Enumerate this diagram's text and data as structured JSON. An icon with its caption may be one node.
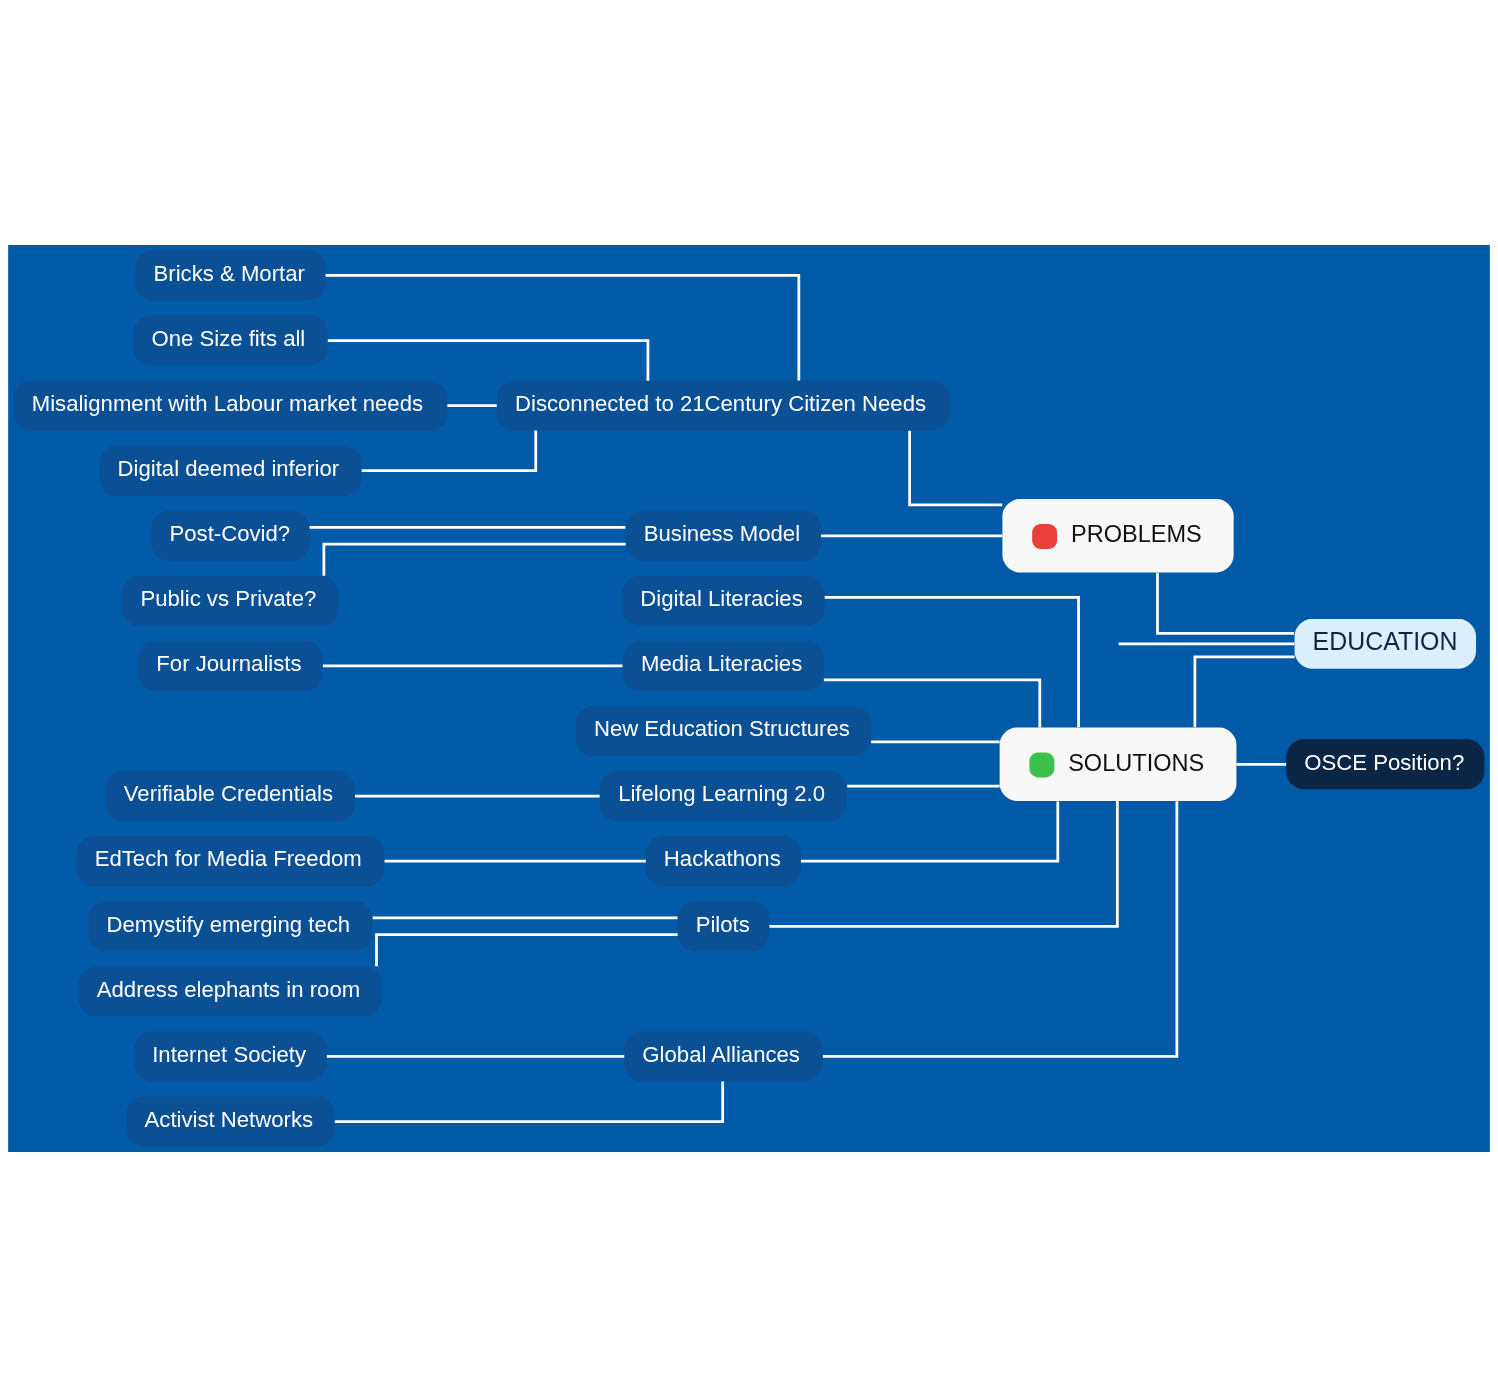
{
  "diagram": {
    "nodes": [
      {
        "text": [
          "EDUCATION"
        ]
      },
      {
        "text": [
          "PROBLEMS"
        ]
      },
      {
        "text": [
          "Disconnected to 21Century Citizen Needs"
        ]
      },
      {
        "text": [
          "Bricks & Mortar"
        ]
      },
      {
        "text": [
          "One Size fits all"
        ]
      },
      {
        "text": [
          "Misalignment with Labour market needs"
        ]
      },
      {
        "text": [
          "Digital deemed inferior"
        ]
      },
      {
        "text": [
          "Business Model"
        ]
      },
      {
        "text": [
          "Post-Covid?"
        ]
      },
      {
        "text": [
          "Public vs Private?"
        ]
      },
      {
        "text": [
          "SOLUTIONS"
        ]
      },
      {
        "text": [
          "Digital Literacies"
        ]
      },
      {
        "text": [
          "Media Literacies"
        ]
      },
      {
        "text": [
          "For Journalists"
        ]
      },
      {
        "text": [
          "New Education Structures"
        ]
      },
      {
        "text": [
          "Lifelong Learning 2.0"
        ]
      },
      {
        "text": [
          "Verifiable Credentials"
        ]
      },
      {
        "text": [
          "Hackathons"
        ]
      },
      {
        "text": [
          "EdTech for Media Freedom"
        ]
      },
      {
        "text": [
          "Pilots"
        ]
      },
      {
        "text": [
          "Demystify emerging tech"
        ]
      },
      {
        "text": [
          "Address elephants in room"
        ]
      },
      {
        "text": [
          "Global Alliances"
        ]
      },
      {
        "text": [
          "Internet Society"
        ]
      },
      {
        "text": [
          "Activist Networks"
        ]
      },
      {
        "text": [
          "OSCE Position?"
        ]
      }
    ],
    "edges": [
      {
        "from": 0,
        "to": null,
        "arrow": "none"
      },
      {
        "from": 0,
        "to": 1,
        "arrow": "none"
      },
      {
        "from": 1,
        "to": 2,
        "arrow": "none"
      },
      {
        "from": 2,
        "to": 3,
        "arrow": "none"
      },
      {
        "from": 2,
        "to": 4,
        "arrow": "none"
      },
      {
        "from": 2,
        "to": 5,
        "arrow": "none"
      },
      {
        "from": 2,
        "to": 6,
        "arrow": "none"
      },
      {
        "from": 1,
        "to": 7,
        "arrow": "none"
      },
      {
        "from": 7,
        "to": 8,
        "arrow": "none"
      },
      {
        "from": 7,
        "to": 9,
        "arrow": "none"
      },
      {
        "from": 0,
        "to": 10,
        "arrow": "none"
      },
      {
        "from": 10,
        "to": 11,
        "arrow": "none"
      },
      {
        "from": 10,
        "to": 12,
        "arrow": "none"
      },
      {
        "from": 12,
        "to": 13,
        "arrow": "none"
      },
      {
        "from": 10,
        "to": 14,
        "arrow": "none"
      },
      {
        "from": 10,
        "to": 15,
        "arrow": "none"
      },
      {
        "from": 15,
        "to": 16,
        "arrow": "none"
      },
      {
        "from": 10,
        "to": 17,
        "arrow": "none"
      },
      {
        "from": 17,
        "to": 18,
        "arrow": "none"
      },
      {
        "from": 10,
        "to": 19,
        "arrow": "none"
      },
      {
        "from": 19,
        "to": 20,
        "arrow": "none"
      },
      {
        "from": 19,
        "to": 21,
        "arrow": "none"
      },
      {
        "from": 10,
        "to": 22,
        "arrow": "none"
      },
      {
        "from": 22,
        "to": 23,
        "arrow": "none"
      },
      {
        "from": 22,
        "to": 24,
        "arrow": "none"
      },
      {
        "from": 25,
        "to": 10,
        "arrow": "none"
      }
    ]
  }
}
